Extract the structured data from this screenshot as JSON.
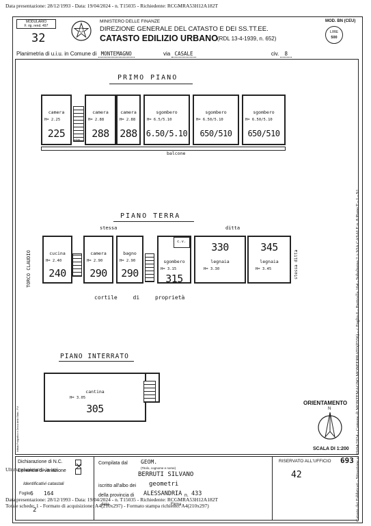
{
  "top_meta": "Data presentazione: 28/12/1993 - Data: 19/04/2024 - n. T15035 - Richiedente: RCGMRA53H12A182T",
  "header": {
    "modulario_box": [
      "MODULARIO",
      "F. rig. rend. 497"
    ],
    "ministry": "MINISTERO DELLE FINANZE",
    "direction": "DIREZIONE GENERALE DEL CATASTO E DEI SS.TT.EE.",
    "title": "CATASTO EDILIZIO URBANO",
    "law_ref": "(RDL 13-4-1939, n. 652)",
    "mod_label": "MOD. BN (CEU)",
    "lire_label": "LIRE",
    "lire_value": "500",
    "sheet_number": "32"
  },
  "location_line": {
    "prefix": "Planimetria di u.i.u. in Comune di",
    "comune": "MONTEMAGNO",
    "via_label": "via",
    "via": "CASALE",
    "civ_label": "civ.",
    "civ": "8"
  },
  "floors": {
    "primo": {
      "title": "PRIMO PIANO",
      "rooms": [
        {
          "name": "camera",
          "h": "H= 2.25",
          "num": "225"
        },
        {
          "name": "camera",
          "h": "H= 2.88",
          "num": "288"
        },
        {
          "name": "camera",
          "h": "H= 2.88",
          "num": "288"
        },
        {
          "name": "sgombero",
          "h": "H= 6.5/5.10",
          "num": "6.50/5.10"
        },
        {
          "name": "sgombero",
          "h": "H= 6.50/5.10",
          "num": "650/510"
        },
        {
          "name": "sgombero",
          "h": "H= 6.50/5.10",
          "num": "650/510"
        }
      ],
      "rip_label": "rip.",
      "balcone": "balcone"
    },
    "terra": {
      "title": "PIANO TERRA",
      "stessa": "stessa",
      "ditta": "ditta",
      "side_left": "TORCO CLAUDIO",
      "side_right": "stessa ditta",
      "cv_label": "c.v.",
      "rooms": [
        {
          "name": "cucina",
          "h": "H= 2.40",
          "num": "240"
        },
        {
          "name": "camera",
          "h": "H= 2.90",
          "num": "290"
        },
        {
          "name": "bagno",
          "h": "H= 2.90",
          "num": "290"
        },
        {
          "name": "sgombero",
          "h": "H= 3.15",
          "num": "315"
        },
        {
          "name": "legnaia",
          "h": "H= 3.30",
          "num": "330"
        },
        {
          "name": "legnaia",
          "h": "H= 3.45",
          "num": "345"
        }
      ],
      "cortile": "cortile di proprietà"
    },
    "interrato": {
      "title": "PIANO INTERRATO",
      "room": {
        "name": "cantina",
        "h": "H= 3.05",
        "num": "305"
      }
    }
  },
  "orientamento_label": "ORIENTAMENTO",
  "north_label": "N",
  "scala": "SCALA DI 1:200",
  "footer": {
    "dichiarazione_label": "Dichiarazione di N.C.",
    "denuncia_label": "Denuncia di variazione",
    "identificativi_label": "Identificativi catastali",
    "foglio_label": "Foglio",
    "foglio_value": "6",
    "part_value": "164",
    "sub_value": "2",
    "compilata_label": "Compilata dal",
    "compilata_value": "GEOM.",
    "compilata_hint": "(Titolo, cognome e nome)",
    "name_value": "BERRUTI SILVANO",
    "iscritto_label": "iscritto all'albo dei",
    "iscritto_value": "geometri",
    "provincia_label": "della provincia di",
    "provincia_value": "ALESSANDRIA",
    "n_label": "n.",
    "n_value": "433",
    "data_label": "data",
    "firma_label": "Firma",
    "riservato_label": "RISERVATO ALL'UFFICIO",
    "riservato_value": "42",
    "corner_number": "693"
  },
  "bottom_meta": [
    "Ultima planimetria in atti",
    "Data presentazione: 28/12/1993 - Data: 19/04/2024 - n. T15035 - Richiedente: RCGMRA53H12A182T",
    "Totale schede: 1 - Formato di acquisizione: A4(210x297) - Formato stampa richiesto: A4(210x297)"
  ],
  "side_margin": "Catasto dei Fabbricati - Situazione al 19/04/2024 - Comune di MONTEMAGNO MONFERRATO(F556) - < Foglio 6 - Particella 164 - Subalterno 2 > VIA CASALE n. 8 Piano T - 1 - S1",
  "left_margin": "Istituto Poligrafico e Zecca dello Stato - P.V."
}
